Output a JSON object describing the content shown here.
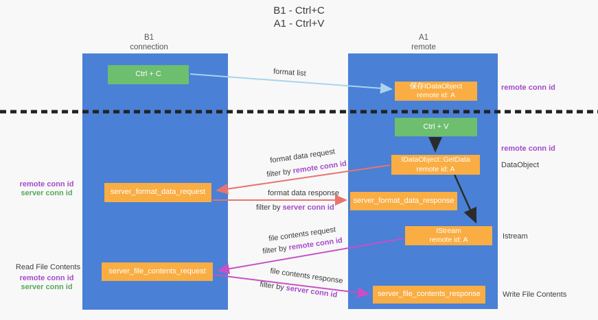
{
  "title": {
    "line1": "B1 - Ctrl+C",
    "line2": "A1 - Ctrl+V"
  },
  "lanes": {
    "left": {
      "name_line1": "B1",
      "name_line2": "connection"
    },
    "right": {
      "name_line1": "A1",
      "name_line2": "remote"
    }
  },
  "nodes": {
    "ctrl_c": "Ctrl + C",
    "save_idataobject": {
      "line1": "保存IDataObject",
      "line2": "remote id: A"
    },
    "ctrl_v": "Ctrl + V",
    "getdata": {
      "line1": "IDataObject::GetData",
      "line2": "remote id: A"
    },
    "server_format_data_request": "server_format_data_request",
    "server_format_data_response": "server_format_data_response",
    "istream": {
      "line1": "IStream",
      "line2": "remote id: A"
    },
    "server_file_contents_request": "server_file_contents_request",
    "server_file_contents_response": "server_file_contents_response"
  },
  "side_labels": {
    "right_remote_conn_id_1": "remote conn id",
    "right_remote_conn_id_2": "remote conn id",
    "right_dataobject": "DataObject",
    "right_istream": "Istream",
    "right_write_file_contents": "Write File Contents",
    "left_remote_conn_id_1": "remote conn id",
    "left_server_conn_id_1": "server conn id",
    "left_read_file_contents": "Read File Contents",
    "left_remote_conn_id_2": "remote conn id",
    "left_server_conn_id_2": "server conn id"
  },
  "arrow_labels": {
    "format_list": "format list",
    "format_data_request": "format data request",
    "filter_by_prefix": "filter by ",
    "remote_conn_id": "remote conn id",
    "server_conn_id": "server conn id",
    "format_data_response": "format data response",
    "file_contents_request": "file contents request",
    "file_contents_response": "file contents response"
  },
  "colors": {
    "lane_blue": "#4a80d5",
    "node_green": "#6dbe6f",
    "node_orange": "#f9ad42",
    "arrow_light_blue": "#a9d3ee",
    "arrow_red": "#e8736f",
    "arrow_magenta": "#c750c7",
    "arrow_black": "#2b2b2b",
    "text_purple": "#a44bc8",
    "text_green": "#58a85a"
  }
}
